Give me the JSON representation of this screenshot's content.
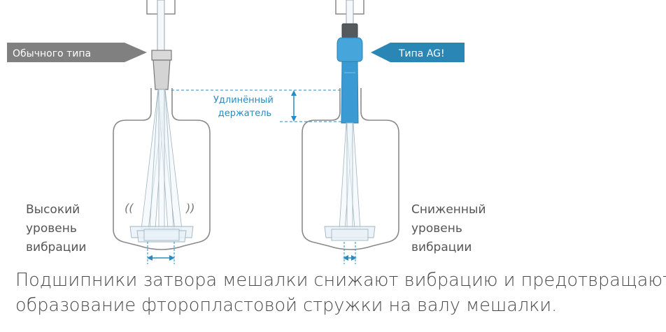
{
  "labels": {
    "left_tag": "Обычного типа",
    "right_tag": "Типа AG!",
    "extended_holder": [
      "Удлинённый",
      "держатель"
    ],
    "left_vibration": [
      "Высокий",
      "уровень",
      "вибрации"
    ],
    "right_vibration": [
      "Сниженный",
      "уровень",
      "вибрации"
    ]
  },
  "caption": [
    "Подшипники затвора мешалки снижают вибрацию и предотвращают",
    "образование фторопластовой стружки на валу мешалки."
  ],
  "colors": {
    "left_tag_bg": "#808080",
    "right_tag_bg": "#2a87b5",
    "accent_blue": "#3a9bd4",
    "line_gray": "#7a7a7a",
    "text_gray": "#555555",
    "dim_blue": "#2a8bc0"
  }
}
